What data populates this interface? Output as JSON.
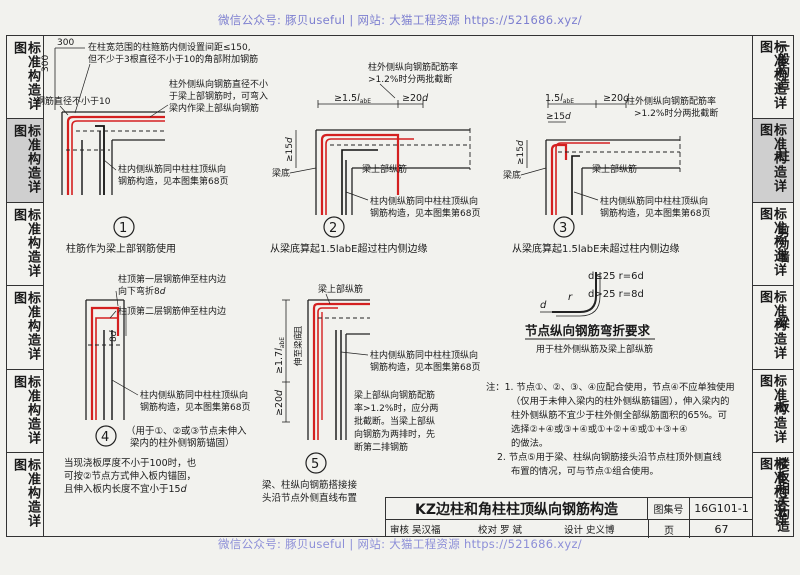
{
  "watermark_top": "微信公众号: 豚贝useful  |  网站: 大猫工程资源 https://521686.xyz/",
  "watermark_bottom": "微信公众号: 豚贝useful  |  网站: 大猫工程资源 https://521686.xyz/",
  "left_nav": [
    {
      "label": "标准构造详图"
    },
    {
      "label": "标准构造详图"
    },
    {
      "label": "标准构造详图"
    },
    {
      "label": "标准构造详图"
    },
    {
      "label": "标准构造详图"
    },
    {
      "label": "标准构造详图"
    }
  ],
  "right_nav": [
    {
      "a": "标准构造详图",
      "b": "一般构造"
    },
    {
      "a": "标准构造详图",
      "b": "柱"
    },
    {
      "a": "标准构造详图",
      "b": "剪力墙"
    },
    {
      "a": "标准构造详图",
      "b": "梁"
    },
    {
      "a": "标准构造详图",
      "b": "板"
    },
    {
      "a": "标准构造详图",
      "b": "楼板相关构造"
    }
  ],
  "d1": {
    "dim300a": "300",
    "dim300b": "300",
    "note_top1": "在柱宽范围的柱箍筋内侧设置间距≤150,",
    "note_top2": "但不少于3根直径不小于10的角部附加钢筋",
    "hook_label": "钢筋直径不小于10",
    "note_mid1": "柱外侧纵向钢筋直径不小",
    "note_mid2": "于梁上部钢筋时，可弯入",
    "note_mid3": "梁内作梁上部纵向钢筋",
    "note_bot1": "柱内侧纵筋同中柱柱顶纵向",
    "note_bot2": "钢筋构造，见本图集第68页",
    "num": "1",
    "caption": "柱筋作为梁上部钢筋使用"
  },
  "d2": {
    "note1": "柱外侧纵向钢筋配筋率",
    "note2": ">1.2%时分两批截断",
    "dim1": "≥1.5",
    "dim_lab": "l",
    "dim_sub": "abE",
    "dim2": "≥20",
    "dim2b": "d",
    "dim15": "≥15",
    "dim15b": "d",
    "beam_top": "梁上部纵筋",
    "beam_bottom": "梁底",
    "note_bot1": "柱内侧纵筋同中柱柱顶纵向",
    "note_bot2": "钢筋构造，见本图集第68页",
    "num": "2",
    "caption": "从梁底算起1.5labE超过柱内侧边缘"
  },
  "d3": {
    "dim1": "1.5",
    "dim_lab": "l",
    "dim_sub": "abE",
    "dim2": "≥20",
    "dim2b": "d",
    "note1": "柱外侧纵向钢筋配筋率",
    "note2": ">1.2%时分两批截断",
    "dim15": "≥15",
    "dim15b": "d",
    "dim15c": "≥15",
    "dim15d": "d",
    "beam_top": "梁上部纵筋",
    "beam_bottom": "梁底",
    "note_bot1": "柱内侧纵筋同中柱柱顶纵向",
    "note_bot2": "钢筋构造，见本图集第68页",
    "num": "3",
    "caption": "从梁底算起1.5labE未超过柱内侧边缘"
  },
  "d4": {
    "note1": "柱顶第一层钢筋伸至柱内边",
    "note2": "向下弯折8",
    "note2b": "d",
    "note3": "柱顶第二层钢筋伸至柱内边",
    "dim8d": "8",
    "dim8db": "d",
    "note_bot1": "柱内侧纵筋同中柱柱顶纵向",
    "note_bot2": "钢筋构造，见本图集第68页",
    "num": "4",
    "paren1": "（用于①、②或③节点未伸入",
    "paren2": "梁内的柱外侧钢筋锚固）",
    "desc1": "当现浇板厚度不小于100时，也",
    "desc2": "可按②节点方式伸入板内锚固，",
    "desc3": "且伸入板内长度不宜小于15",
    "desc3b": "d"
  },
  "d5": {
    "beam_top": "梁上部纵筋",
    "dim17": "≥1.7",
    "dim_lab": "l",
    "dim_sub": "abE",
    "side1": "伸至梁底",
    "side2": "且",
    "dim20": "≥20",
    "dim20b": "d",
    "note_r1": "柱内侧纵筋同中柱柱顶纵向",
    "note_r2": "钢筋构造，见本图集第68页",
    "note_c1": "梁上部纵向钢筋配筋",
    "note_c2": "率>1.2%时，应分两",
    "note_c3": "批截断。当梁上部纵",
    "note_c4": "向钢筋为两排时，先",
    "note_c5": "断第二排钢筋",
    "num": "5",
    "caption1": "梁、柱纵向钢筋搭接接",
    "caption2": "头沿节点外侧直线布置"
  },
  "bend": {
    "line1": "d≤25  r=6d",
    "line2": "d>25  r=8d",
    "label_d": "d",
    "label_r": "r",
    "title": "节点纵向钢筋弯折要求",
    "sub": "用于柱外侧纵筋及梁上部纵筋"
  },
  "notes": {
    "n1a": "注：1. 节点①、②、③、④应配合使用，节点④不应单独使用",
    "n1b": "（仅用于未伸入梁内的柱外侧纵筋锚固），伸入梁内的",
    "n1c": "柱外侧纵筋不宜少于柱外侧全部纵筋面积的65%。可",
    "n1d": "选择②+④或③+④或①+②+④或①+③+④",
    "n1e": "的做法。",
    "n2a": "2. 节点⑤用于梁、柱纵向钢筋接头沿节点柱顶外侧直线",
    "n2b": "布置的情况，可与节点①组合使用。"
  },
  "titleblock": {
    "title": "KZ边柱和角柱柱顶纵向钢筋构造",
    "atlas_label": "图集号",
    "atlas_no": "16G101-1",
    "review": "审核 吴汉福",
    "check": "校对 罗  斌",
    "design": "设计 史义博",
    "page_label": "页",
    "page_no": "67"
  }
}
